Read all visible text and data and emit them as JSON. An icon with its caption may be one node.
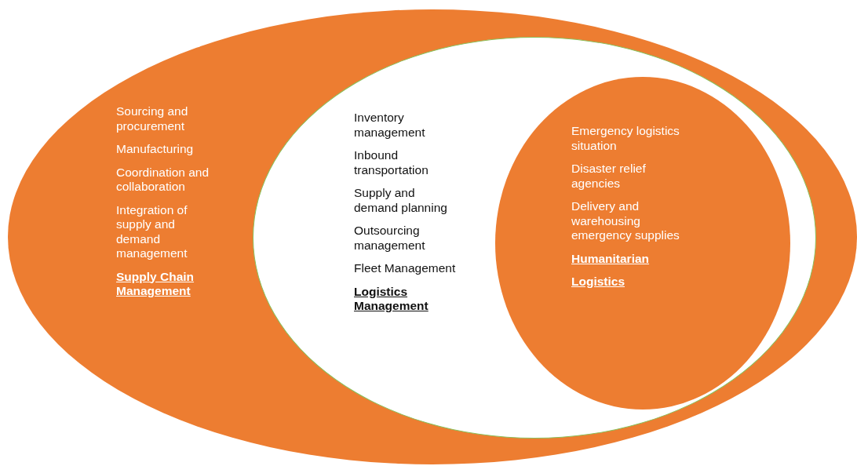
{
  "diagram": {
    "nodes": [
      {
        "text": [
          "Sourcing and procurement",
          "Manufacturing",
          "Coordination and collaboration",
          "Integration of supply and demand management",
          "Supply Chain Management"
        ]
      },
      {
        "text": [
          "Inventory management",
          "Inbound transportation",
          "Supply and demand planning",
          "Outsourcing management",
          "Fleet Management",
          "Logistics Management"
        ],
        "in": 0
      },
      {
        "text": [
          "Emergency logistics situation",
          "Disaster relief agencies",
          "Delivery and warehousing emergency supplies",
          "Humanitarian",
          "Logistics"
        ],
        "in": 1
      }
    ],
    "edges": []
  }
}
